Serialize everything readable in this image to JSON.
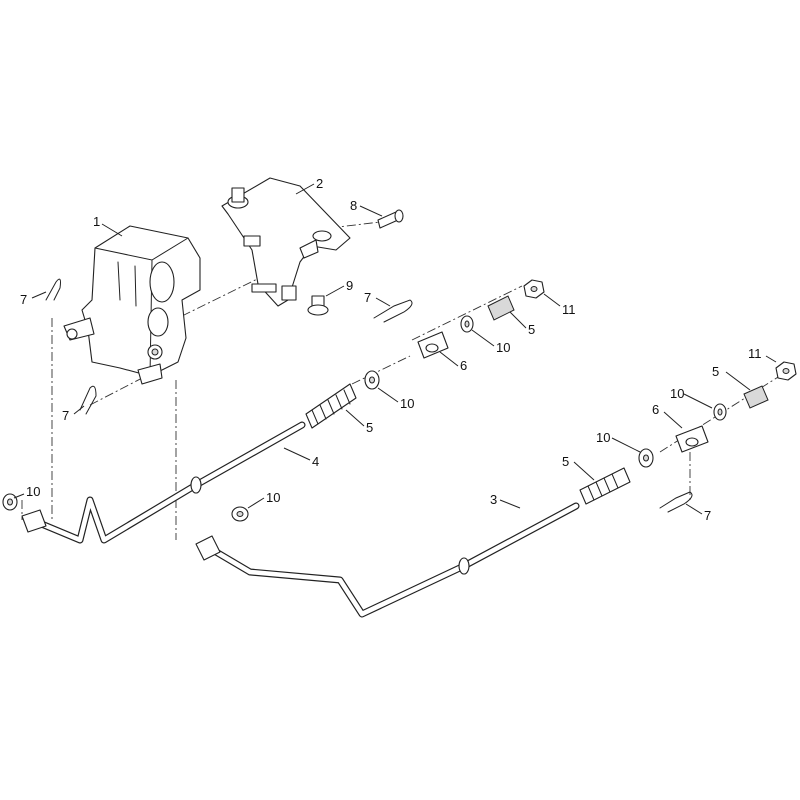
{
  "callouts": [
    {
      "id": "c1",
      "label": "1"
    },
    {
      "id": "c2",
      "label": "2"
    },
    {
      "id": "c3",
      "label": "3"
    },
    {
      "id": "c4",
      "label": "4"
    },
    {
      "id": "c5a",
      "label": "5"
    },
    {
      "id": "c5b",
      "label": "5"
    },
    {
      "id": "c5c",
      "label": "5"
    },
    {
      "id": "c5d",
      "label": "5"
    },
    {
      "id": "c6a",
      "label": "6"
    },
    {
      "id": "c6b",
      "label": "6"
    },
    {
      "id": "c7a",
      "label": "7"
    },
    {
      "id": "c7b",
      "label": "7"
    },
    {
      "id": "c7c",
      "label": "7"
    },
    {
      "id": "c7d",
      "label": "7"
    },
    {
      "id": "c8",
      "label": "8"
    },
    {
      "id": "c9",
      "label": "9"
    },
    {
      "id": "c10a",
      "label": "10"
    },
    {
      "id": "c10b",
      "label": "10"
    },
    {
      "id": "c10c",
      "label": "10"
    },
    {
      "id": "c10d",
      "label": "10"
    },
    {
      "id": "c10e",
      "label": "10"
    },
    {
      "id": "c10f",
      "label": "10"
    },
    {
      "id": "c11a",
      "label": "11"
    },
    {
      "id": "c11b",
      "label": "11"
    }
  ]
}
